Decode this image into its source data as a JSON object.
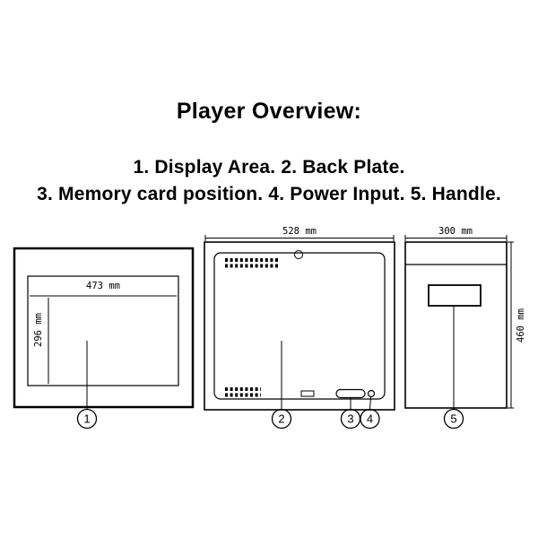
{
  "title": "Player Overview:",
  "legend": {
    "line1": "1. Display Area. 2. Back Plate.",
    "line2": "3. Memory card position. 4. Power Input. 5. Handle."
  },
  "colors": {
    "ink": "#000000",
    "background": "#ffffff"
  },
  "diagrams": {
    "front": {
      "width_label": "473 mm",
      "height_label": "296 mm",
      "callout": "1"
    },
    "back": {
      "width_label": "528 mm",
      "callout_back_plate": "2",
      "callout_memory_card": "3",
      "callout_power_input": "4"
    },
    "side": {
      "width_label": "300 mm",
      "height_label": "460 mm",
      "callout": "5"
    }
  }
}
